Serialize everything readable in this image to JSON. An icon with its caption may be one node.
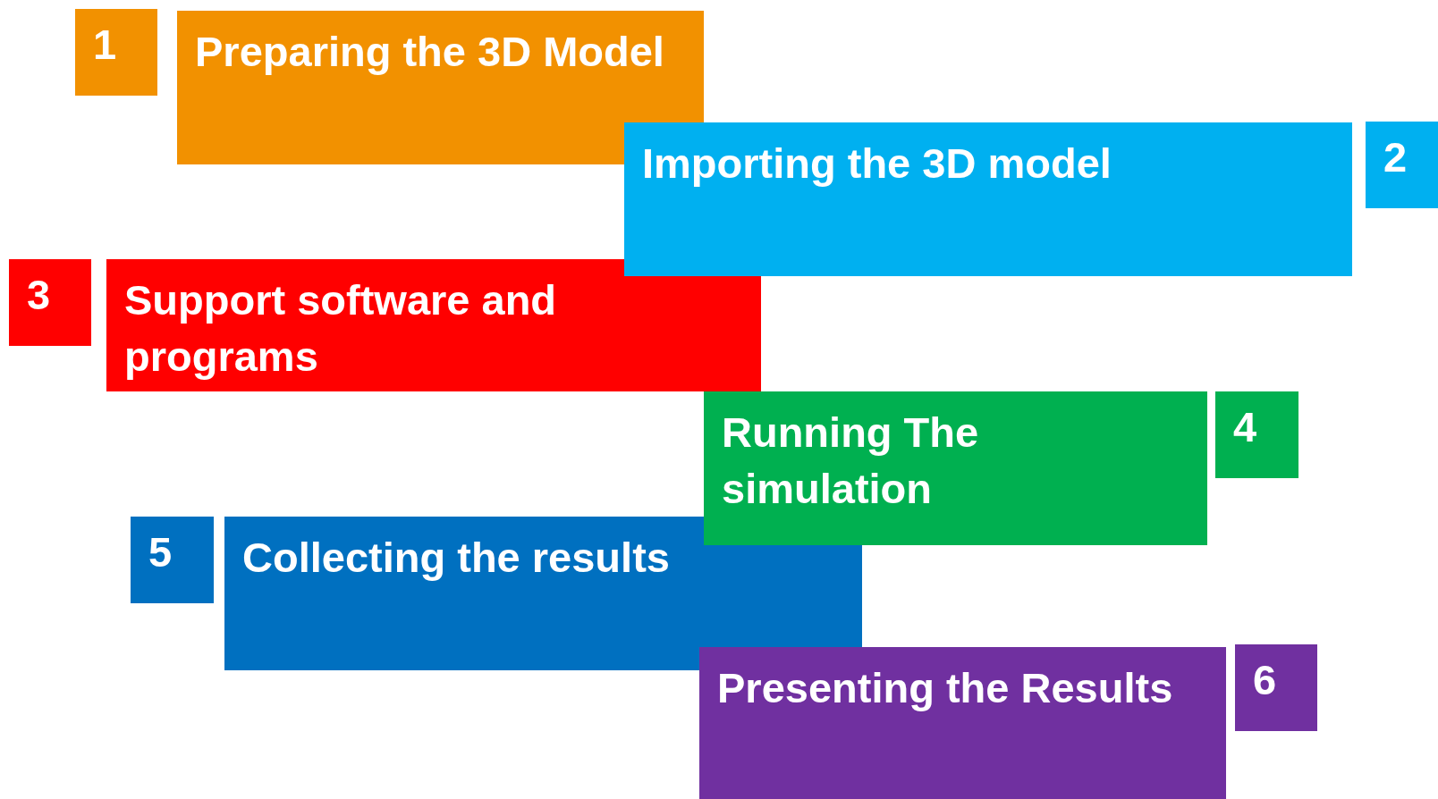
{
  "diagram": {
    "nodes": [
      {
        "text": [
          "1"
        ]
      },
      {
        "text": [
          "Preparing the 3D Model"
        ]
      },
      {
        "text": [
          "Importing the 3D model"
        ]
      },
      {
        "text": [
          "2"
        ]
      },
      {
        "text": [
          "3"
        ]
      },
      {
        "text": [
          "Support software and programs"
        ]
      },
      {
        "text": [
          "Running The simulation"
        ]
      },
      {
        "text": [
          "4"
        ]
      },
      {
        "text": [
          "5"
        ]
      },
      {
        "text": [
          "Collecting the results"
        ]
      },
      {
        "text": [
          "Presenting the Results"
        ]
      },
      {
        "text": [
          "6"
        ]
      }
    ]
  }
}
